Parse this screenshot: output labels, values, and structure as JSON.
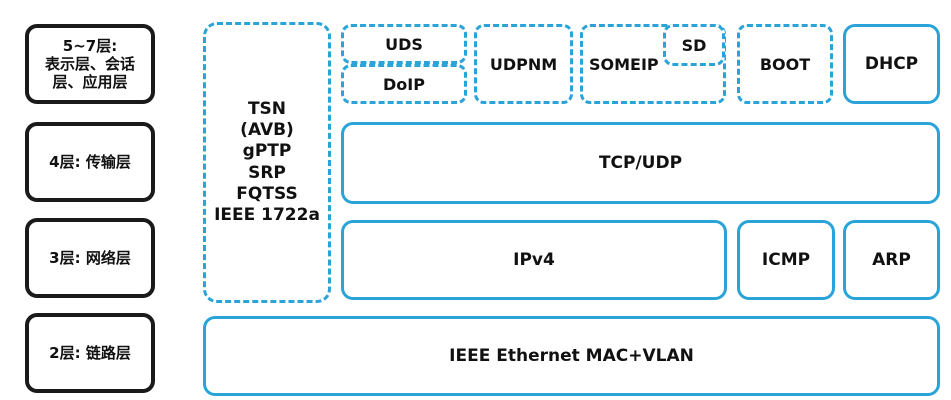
{
  "layers": {
    "l57": "5~7层:\n表示层、会话\n层、应用层",
    "l4": "4层: 传输层",
    "l3": "3层: 网络层",
    "l2": "2层: 链路层"
  },
  "tsn_lines": [
    "TSN",
    "(AVB)",
    "gPTP",
    "SRP",
    "FQTSS",
    "IEEE 1722a"
  ],
  "protocols": {
    "uds": "UDS",
    "doip": "DoIP",
    "udpnm": "UDPNM",
    "someip": "SOMEIP",
    "sd": "SD",
    "boot": "BOOT",
    "dhcp": "DHCP",
    "tcpudp": "TCP/UDP",
    "ipv4": "IPv4",
    "icmp": "ICMP",
    "arp": "ARP",
    "ethernet": "IEEE Ethernet MAC+VLAN"
  },
  "colors": {
    "accent": "#2aa3d8",
    "layer_border": "#1a1a1a"
  }
}
